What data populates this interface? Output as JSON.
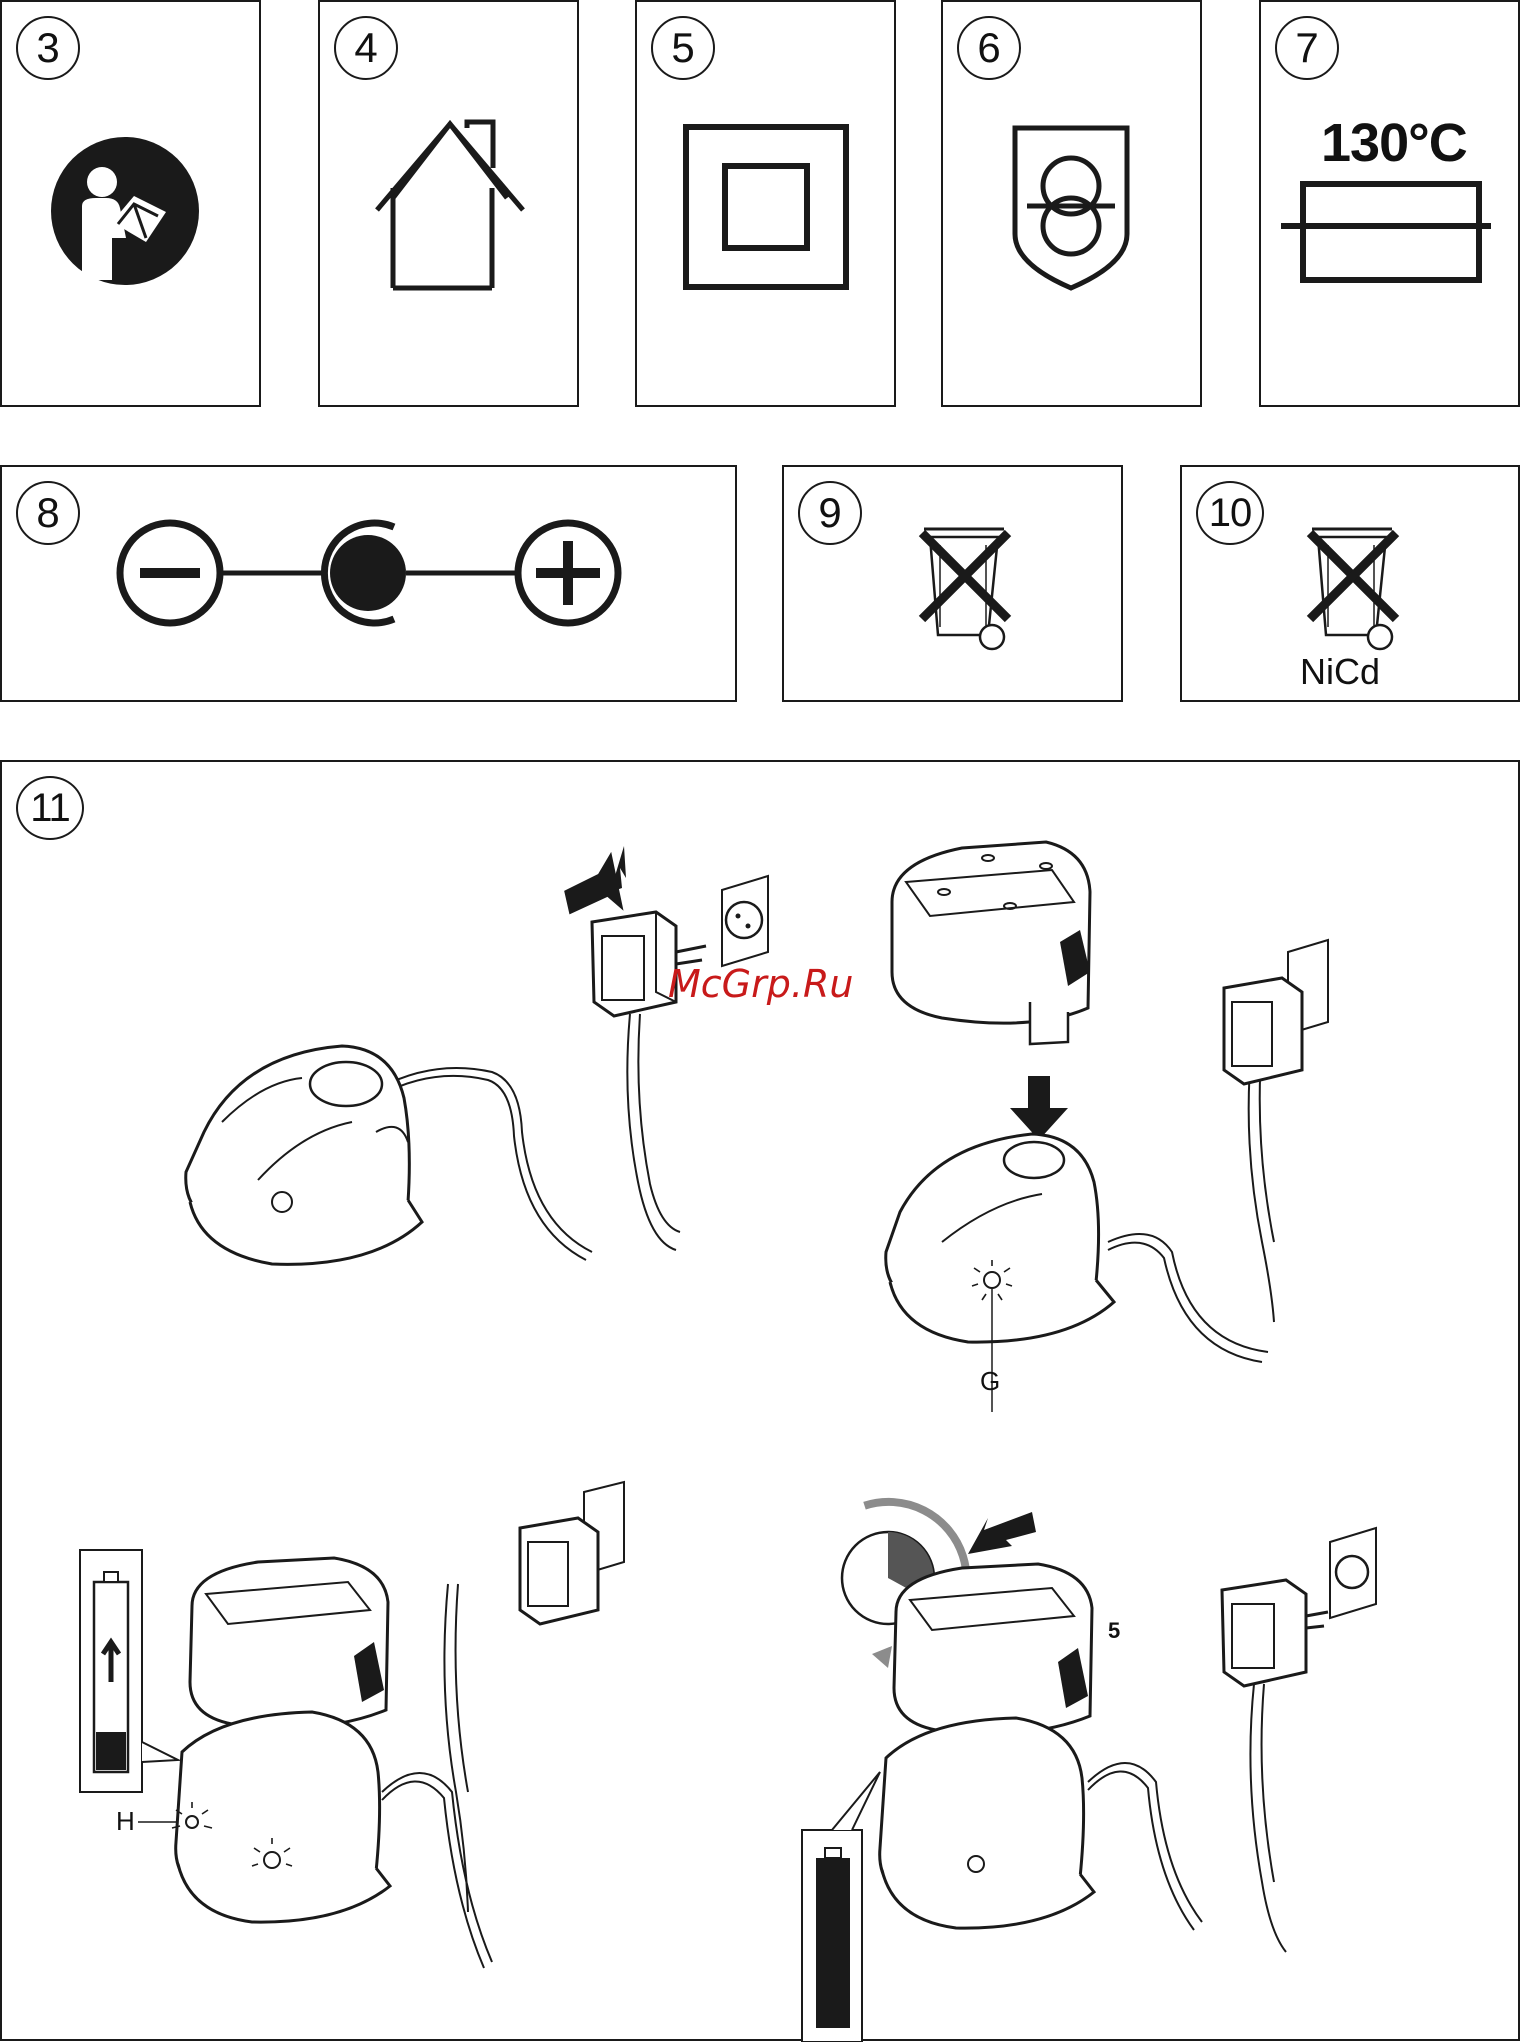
{
  "panels": {
    "p3": {
      "number": "3",
      "icon": "read-manual-icon"
    },
    "p4": {
      "number": "4",
      "icon": "indoor-use-house-icon"
    },
    "p5": {
      "number": "5",
      "icon": "double-insulation-icon"
    },
    "p6": {
      "number": "6",
      "icon": "safety-transformer-icon"
    },
    "p7": {
      "number": "7",
      "icon": "thermal-fuse-icon",
      "text": "130°C"
    },
    "p8": {
      "number": "8",
      "icon": "polarity-icon"
    },
    "p9": {
      "number": "9",
      "icon": "crossed-bin-icon"
    },
    "p10": {
      "number": "10",
      "icon": "crossed-bin-icon",
      "text": "NiCd"
    },
    "p11": {
      "number": "11",
      "icon": "charger-steps-illustration",
      "labels": {
        "g": "G",
        "h": "H",
        "timer": "5"
      }
    }
  },
  "watermark": "McGrp.Ru",
  "colors": {
    "line": "#1a1a1a",
    "watermark": "#c81a1a",
    "timer_arc": "#8c8c8c",
    "timer_fill": "#555555"
  }
}
